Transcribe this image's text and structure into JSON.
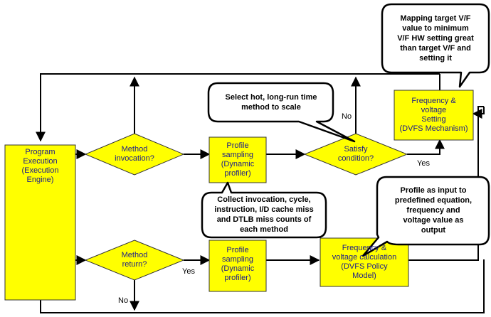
{
  "colors": {
    "node_fill": "#ffff00",
    "node_stroke": "#333333",
    "node_text": "#1a1a8c",
    "edge": "#000000",
    "callout_fill": "#ffffff",
    "callout_stroke": "#000000"
  },
  "nodes": {
    "program_execution": "Program\nExecution\n(Execution\nEngine)",
    "method_invocation": "Method\ninvocation?",
    "profile_sampling_top": "Profile\nsampling\n(Dynamic\nprofiler)",
    "satisfy_condition": "Satisfy\ncondition?",
    "freq_voltage_setting": "Frequency &\nvoltage\nSetting\n(DVFS Mechanism)",
    "method_return": "Method\nreturn?",
    "profile_sampling_bottom": "Profile\nsampling\n(Dynamic\nprofiler)",
    "freq_voltage_calculation": "Frequency &\nvoltage calculation\n(DVFS Policy\nModel)"
  },
  "callouts": {
    "select_hot": "Select hot, long-run time\nmethod to scale",
    "collect_counts": "Collect invocation, cycle,\ninstruction, I/D cache miss\nand DTLB miss counts of\neach method",
    "mapping_target": "Mapping target V/F\nvalue to minimum\nV/F HW setting great\nthan target V/F and\nsetting it",
    "profile_input": "Profile as input to\npredefined equation,\nfrequency and\nvoltage value as\noutput"
  },
  "edge_labels": {
    "satisfy_no": "No",
    "satisfy_yes": "Yes",
    "return_yes": "Yes",
    "return_no": "No"
  }
}
